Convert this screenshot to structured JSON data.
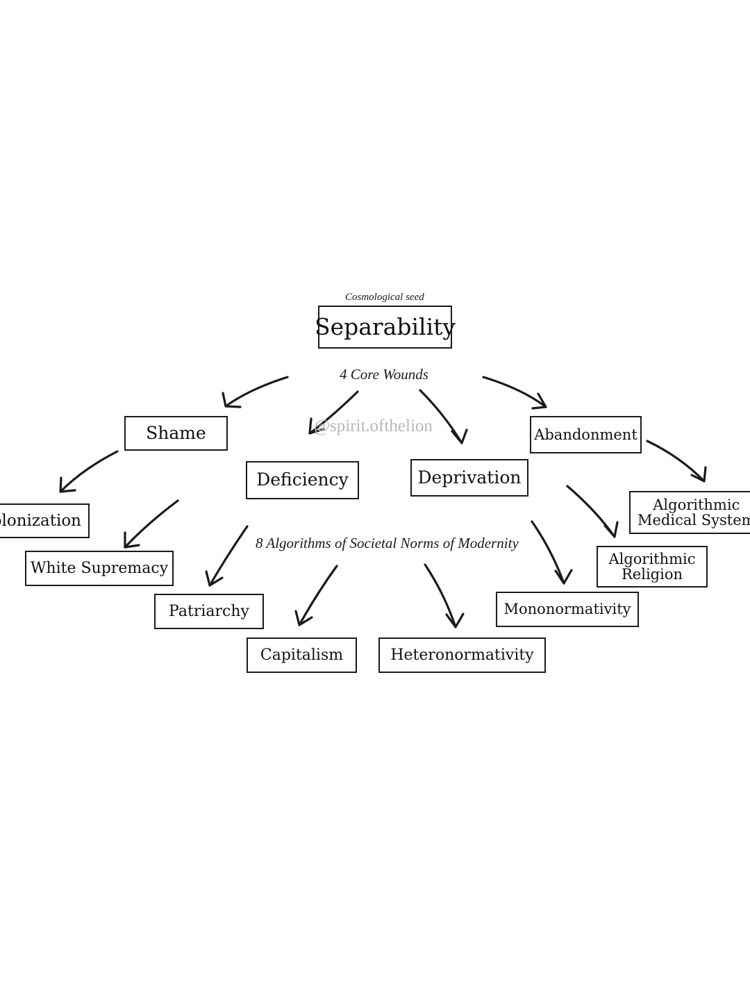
{
  "diagram": {
    "seed_caption": "Cosmological seed",
    "root": "Separability",
    "wounds_caption": "4 Core Wounds",
    "wounds": {
      "shame": "Shame",
      "deficiency": "Deficiency",
      "deprivation": "Deprivation",
      "abandonment": "Abandonment"
    },
    "algorithms_caption": "8 Algorithms of Societal Norms of Modernity",
    "algorithms": {
      "colonization": "olonization",
      "white_supremacy": "White Supremacy",
      "patriarchy": "Patriarchy",
      "capitalism": "Capitalism",
      "heteronormativity": "Heteronormativity",
      "mononormativity": "Mononormativity",
      "religion_line1": "Algorithmic",
      "religion_line2": "Religion",
      "medical_line1": "Algorithmic",
      "medical_line2": "Medical System"
    },
    "watermark": "@spirit.ofthelion"
  }
}
